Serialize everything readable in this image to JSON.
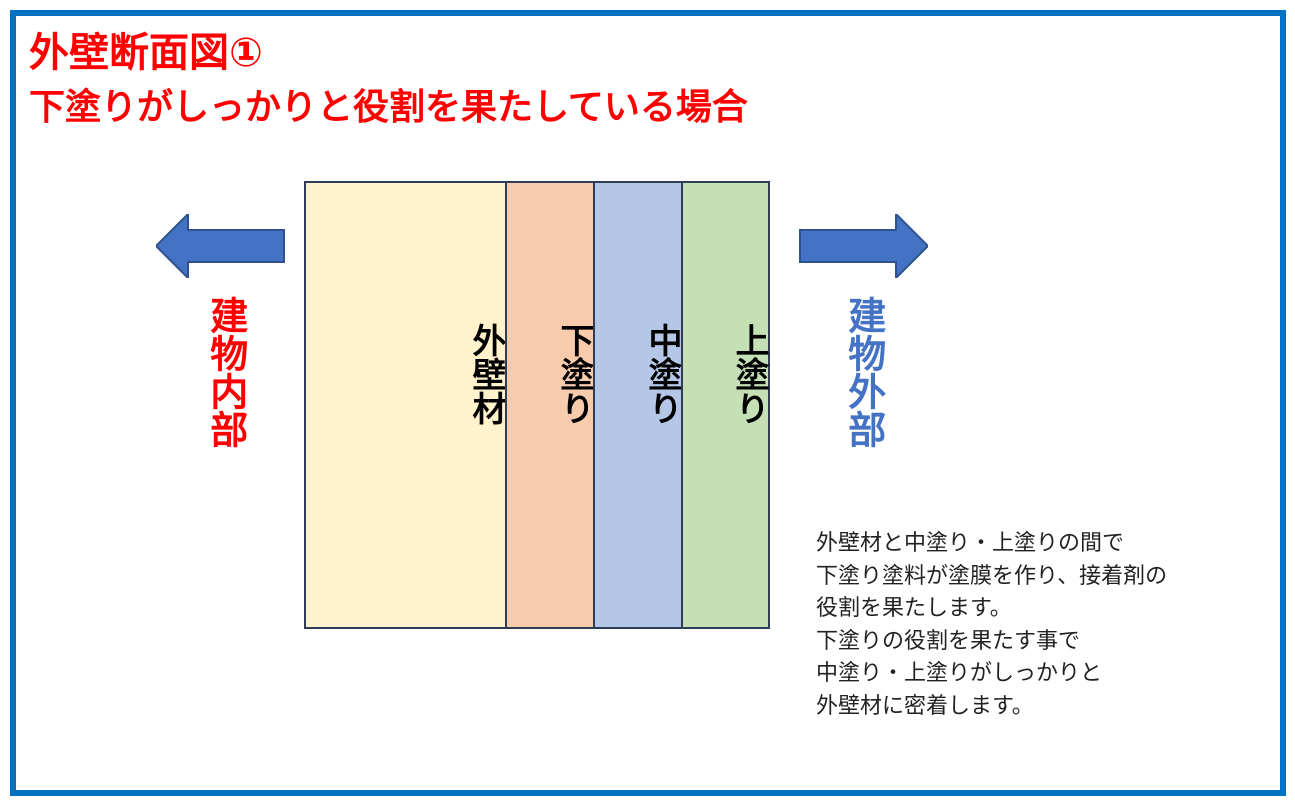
{
  "title": {
    "line1": "外壁断面図①",
    "line2": "下塗りがしっかりと役割を果たしている場合"
  },
  "layers": [
    {
      "label": "外壁材",
      "color": "#fff2cc"
    },
    {
      "label": "下塗り",
      "color": "#f8cbad"
    },
    {
      "label": "中塗り",
      "color": "#b4c7e7"
    },
    {
      "label": "上塗り",
      "color": "#c5e0b4"
    }
  ],
  "left_label": {
    "text": "建物内部",
    "color": "#ff0000"
  },
  "right_label": {
    "text": "建物外部",
    "color": "#4472c4"
  },
  "arrow_color": "#4472c4",
  "description": [
    "外壁材と中塗り・上塗りの間で",
    "下塗り塗料が塗膜を作り、接着剤の",
    "役割を果たします。",
    "下塗りの役割を果たす事で",
    "中塗り・上塗りがしっかりと",
    "外壁材に密着します。"
  ]
}
